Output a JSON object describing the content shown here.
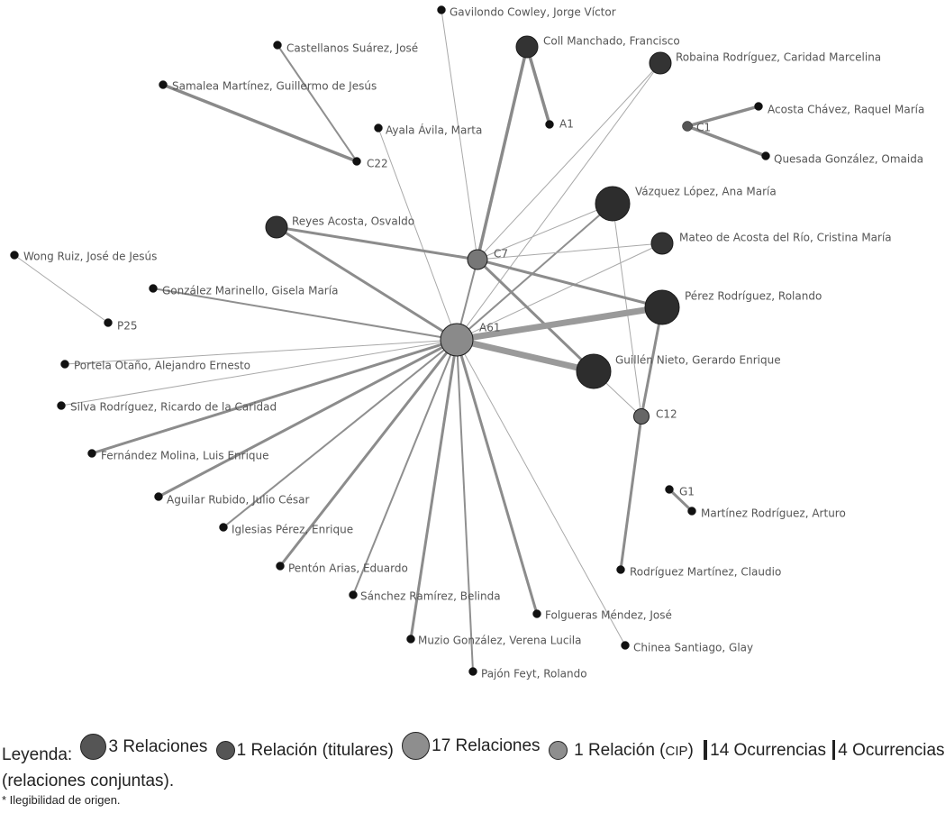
{
  "nodes": [
    {
      "id": "gavilondo",
      "label": "Gavilondo Cowley, Jorge Víctor",
      "size": "s"
    },
    {
      "id": "coll",
      "label": "Coll Manchado, Francisco",
      "size": "l"
    },
    {
      "id": "castellanos",
      "label": "Castellanos Suárez, José",
      "size": "s"
    },
    {
      "id": "robaina",
      "label": "Robaina Rodríguez, Caridad Marcelina",
      "size": "l"
    },
    {
      "id": "samalea",
      "label": "Samalea Martínez, Guillermo de Jesús",
      "size": "s"
    },
    {
      "id": "a1",
      "label": "A1",
      "size": "s"
    },
    {
      "id": "acosta",
      "label": "Acosta Chávez, Raquel María",
      "size": "s"
    },
    {
      "id": "c1",
      "label": "C1",
      "size": "m"
    },
    {
      "id": "ayala",
      "label": "Ayala Ávila, Marta",
      "size": "s"
    },
    {
      "id": "c22",
      "label": "C22",
      "size": "s"
    },
    {
      "id": "quesada",
      "label": "Quesada González, Omaida",
      "size": "s"
    },
    {
      "id": "vazquez",
      "label": "Vázquez López, Ana María",
      "size": "xl"
    },
    {
      "id": "reyes",
      "label": "Reyes Acosta, Osvaldo",
      "size": "l"
    },
    {
      "id": "mateo",
      "label": "Mateo de Acosta del Río, Cristina María",
      "size": "l"
    },
    {
      "id": "c7",
      "label": "C7",
      "size": "mid"
    },
    {
      "id": "wong",
      "label": "Wong Ruiz, José de Jesús",
      "size": "s"
    },
    {
      "id": "gonzalezm",
      "label": "González  Marinello, Gisela María",
      "size": "s"
    },
    {
      "id": "perez",
      "label": "Pérez Rodríguez, Rolando",
      "size": "xl"
    },
    {
      "id": "p25",
      "label": "P25",
      "size": "s"
    },
    {
      "id": "a61",
      "label": "A61",
      "size": "hub"
    },
    {
      "id": "guillen",
      "label": "Guillén Nieto, Gerardo Enrique",
      "size": "xl"
    },
    {
      "id": "portela",
      "label": "Portela Otaño, Alejandro Ernesto",
      "size": "s"
    },
    {
      "id": "silva",
      "label": "Silva Rodríguez, Ricardo de la Caridad",
      "size": "s"
    },
    {
      "id": "c12",
      "label": "C12",
      "size": "mid2"
    },
    {
      "id": "fernandez",
      "label": "Fernández Molina, Luis Enrique",
      "size": "s"
    },
    {
      "id": "aguilar",
      "label": "Aguilar Rubido, Julio César",
      "size": "s"
    },
    {
      "id": "g1",
      "label": "G1",
      "size": "s"
    },
    {
      "id": "martinez",
      "label": "Martínez Rodríguez, Arturo",
      "size": "s"
    },
    {
      "id": "iglesias",
      "label": "Iglesias Pérez, Enrique",
      "size": "s"
    },
    {
      "id": "penton",
      "label": "Pentón Arias, Eduardo",
      "size": "s"
    },
    {
      "id": "rodriguezm",
      "label": "Rodríguez Martínez, Claudio",
      "size": "s"
    },
    {
      "id": "sanchez",
      "label": "Sánchez Ramírez, Belinda",
      "size": "s"
    },
    {
      "id": "folgueras",
      "label": "Folgueras Méndez, José",
      "size": "s"
    },
    {
      "id": "muzio",
      "label": "Muzio González, Verena Lucila",
      "size": "s"
    },
    {
      "id": "chinea",
      "label": "Chinea Santiago, Glay",
      "size": "s"
    },
    {
      "id": "pajon",
      "label": "Pajón Feyt, Rolando",
      "size": "s"
    }
  ],
  "edges": [
    {
      "from": "castellanos",
      "to": "c22",
      "weight": 2
    },
    {
      "from": "samalea",
      "to": "c22",
      "weight": 4
    },
    {
      "from": "coll",
      "to": "a1",
      "weight": 4
    },
    {
      "from": "coll",
      "to": "c7",
      "weight": 4
    },
    {
      "from": "robaina",
      "to": "c7",
      "weight": 1
    },
    {
      "from": "robaina",
      "to": "a61",
      "weight": 1
    },
    {
      "from": "gavilondo",
      "to": "c7",
      "weight": 1
    },
    {
      "from": "ayala",
      "to": "a61",
      "weight": 1
    },
    {
      "from": "c1",
      "to": "acosta",
      "weight": 4
    },
    {
      "from": "c1",
      "to": "quesada",
      "weight": 4
    },
    {
      "from": "reyes",
      "to": "c7",
      "weight": 3
    },
    {
      "from": "reyes",
      "to": "a61",
      "weight": 3
    },
    {
      "from": "vazquez",
      "to": "c7",
      "weight": 1
    },
    {
      "from": "vazquez",
      "to": "a61",
      "weight": 2
    },
    {
      "from": "vazquez",
      "to": "c12",
      "weight": 1
    },
    {
      "from": "mateo",
      "to": "c7",
      "weight": 1
    },
    {
      "from": "mateo",
      "to": "a61",
      "weight": 1
    },
    {
      "from": "c7",
      "to": "perez",
      "weight": 3
    },
    {
      "from": "c7",
      "to": "a61",
      "weight": 2
    },
    {
      "from": "c7",
      "to": "guillen",
      "weight": 3
    },
    {
      "from": "a61",
      "to": "perez",
      "weight": 8
    },
    {
      "from": "a61",
      "to": "guillen",
      "weight": 8
    },
    {
      "from": "wong",
      "to": "p25",
      "weight": 1
    },
    {
      "from": "gonzalezm",
      "to": "a61",
      "weight": 2
    },
    {
      "from": "portela",
      "to": "a61",
      "weight": 1
    },
    {
      "from": "silva",
      "to": "a61",
      "weight": 1
    },
    {
      "from": "fernandez",
      "to": "a61",
      "weight": 3
    },
    {
      "from": "aguilar",
      "to": "a61",
      "weight": 3
    },
    {
      "from": "iglesias",
      "to": "a61",
      "weight": 2
    },
    {
      "from": "penton",
      "to": "a61",
      "weight": 3
    },
    {
      "from": "sanchez",
      "to": "a61",
      "weight": 2
    },
    {
      "from": "muzio",
      "to": "a61",
      "weight": 3
    },
    {
      "from": "pajon",
      "to": "a61",
      "weight": 2
    },
    {
      "from": "folgueras",
      "to": "a61",
      "weight": 3
    },
    {
      "from": "chinea",
      "to": "a61",
      "weight": 1
    },
    {
      "from": "guillen",
      "to": "c12",
      "weight": 1
    },
    {
      "from": "perez",
      "to": "c12",
      "weight": 3
    },
    {
      "from": "c12",
      "to": "rodriguezm",
      "weight": 3
    },
    {
      "from": "g1",
      "to": "martinez",
      "weight": 3
    }
  ],
  "legend": {
    "prefix": "Leyenda:",
    "items": [
      "3 Relaciones",
      "1 Relación (titulares)",
      "17 Relaciones",
      "1 Relación (",
      "CIP",
      ")",
      "14 Ocurrencias",
      "4 Ocurrencias"
    ],
    "line2": "(relaciones conjuntas)."
  },
  "footnote": "* Ilegibilidad de origen."
}
